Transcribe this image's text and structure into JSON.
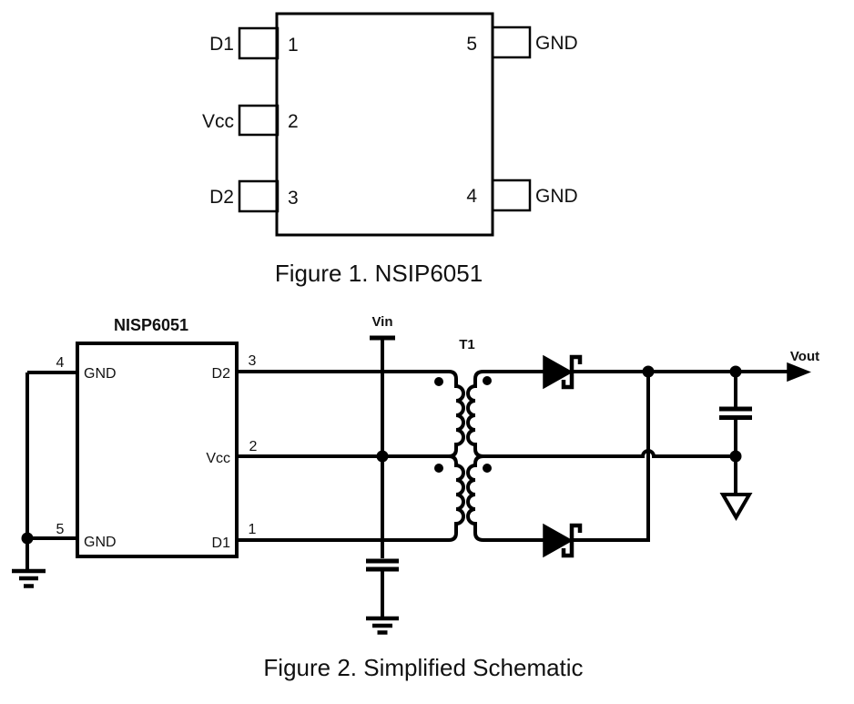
{
  "figure1": {
    "caption": "Figure 1. NSIP6051",
    "left_pins": [
      {
        "label": "D1",
        "number": "1"
      },
      {
        "label": "Vcc",
        "number": "2"
      },
      {
        "label": "D2",
        "number": "3"
      }
    ],
    "right_pins": [
      {
        "label": "GND",
        "number": "5"
      },
      {
        "label": "GND",
        "number": "4"
      }
    ]
  },
  "figure2": {
    "caption": "Figure 2. Simplified Schematic",
    "chip_label": "NISP6051",
    "left_pins": [
      {
        "number": "4",
        "label": "GND"
      },
      {
        "number": "5",
        "label": "GND"
      }
    ],
    "right_pins": [
      {
        "number": "3",
        "label": "D2"
      },
      {
        "number": "2",
        "label": "Vcc"
      },
      {
        "number": "1",
        "label": "D1"
      }
    ],
    "labels": {
      "vin": "Vin",
      "vout": "Vout",
      "transformer": "T1"
    }
  },
  "colors": {
    "line": "#000000",
    "text": "#111111",
    "background": "#ffffff"
  }
}
